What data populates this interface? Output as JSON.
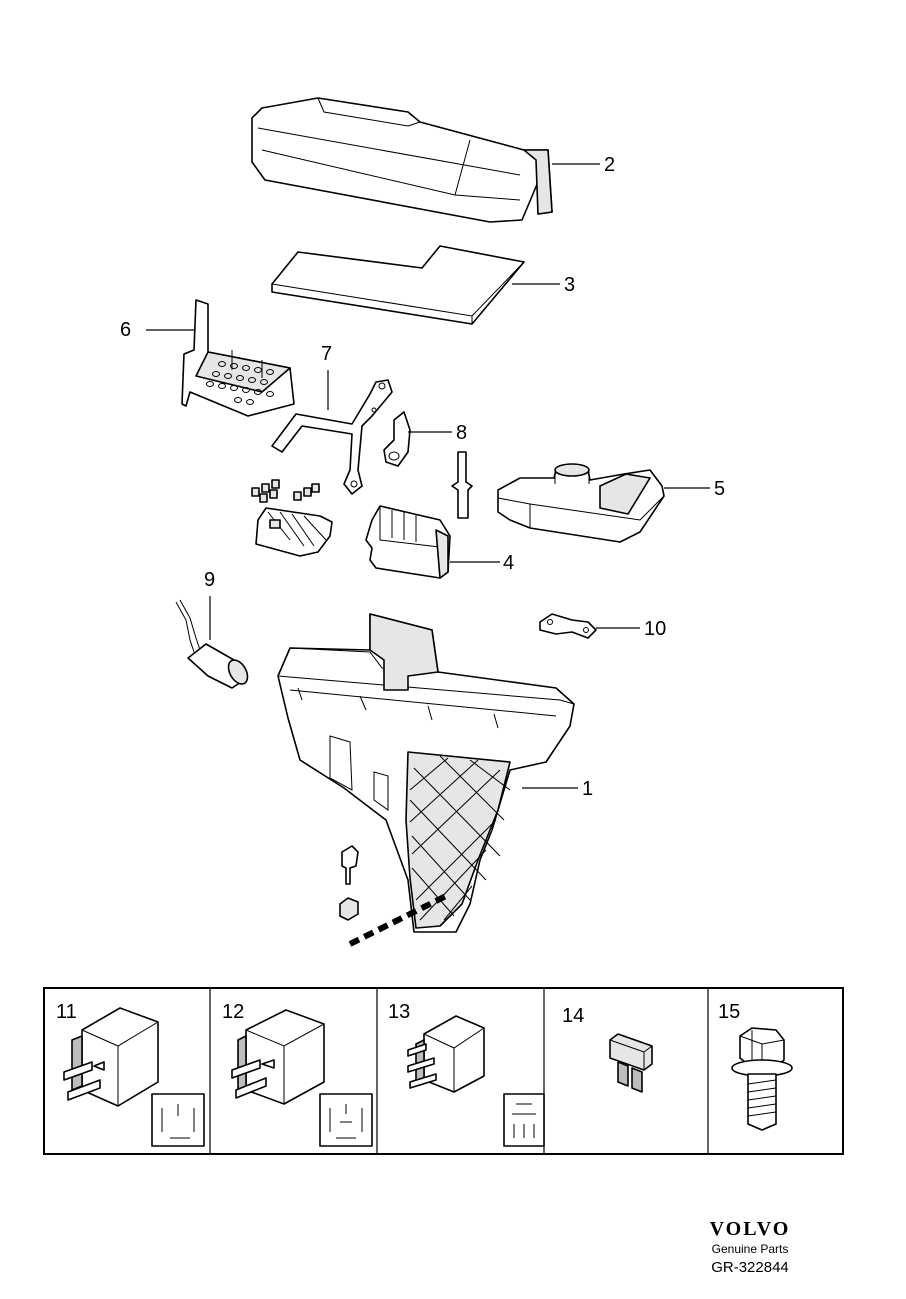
{
  "callouts": {
    "c1": "1",
    "c2": "2",
    "c3": "3",
    "c4": "4",
    "c5": "5",
    "c6": "6",
    "c7": "7",
    "c8": "8",
    "c9": "9",
    "c10": "10"
  },
  "variants": [
    {
      "number": "11",
      "part": "relay",
      "icon": "relay-4pin-icon"
    },
    {
      "number": "12",
      "part": "relay",
      "icon": "relay-5pin-icon"
    },
    {
      "number": "13",
      "part": "relay",
      "icon": "micro-relay-icon"
    },
    {
      "number": "14",
      "part": "fuse",
      "icon": "blade-fuse-icon"
    },
    {
      "number": "15",
      "part": "bolt",
      "icon": "flange-bolt-icon"
    }
  ],
  "brand": {
    "logo": "VOLVO",
    "subtitle": "Genuine Parts",
    "reference": "GR-322844"
  },
  "colors": {
    "line": "#000000",
    "background": "#ffffff",
    "shade": "#e6e6e6"
  }
}
